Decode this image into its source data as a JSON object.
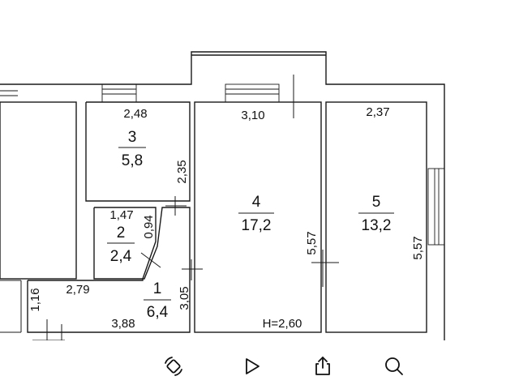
{
  "plan": {
    "rooms": [
      {
        "number": "1",
        "area": "6,4"
      },
      {
        "number": "2",
        "area": "2,4"
      },
      {
        "number": "3",
        "area": "5,8"
      },
      {
        "number": "4",
        "area": "17,2"
      },
      {
        "number": "5",
        "area": "13,2"
      }
    ],
    "dimensions": {
      "room3_width": "2,48",
      "room3_height": "2,35",
      "room4_width": "3,10",
      "room4_height": "5,57",
      "room5_width": "2,37",
      "room5_height": "5,57",
      "room2_width": "1,47",
      "room2_height": "0,94",
      "room1_width_top": "2,79",
      "room1_width_bottom": "3,88",
      "room1_height": "3,05",
      "left_height": "1,16"
    },
    "ceiling_height": "H=2,60"
  },
  "toolbar": {
    "items": [
      {
        "icon": "rotate-icon",
        "label": "Rotate"
      },
      {
        "icon": "play-icon",
        "label": "Play"
      },
      {
        "icon": "share-icon",
        "label": "Share"
      },
      {
        "icon": "search-icon",
        "label": "Search"
      }
    ]
  }
}
